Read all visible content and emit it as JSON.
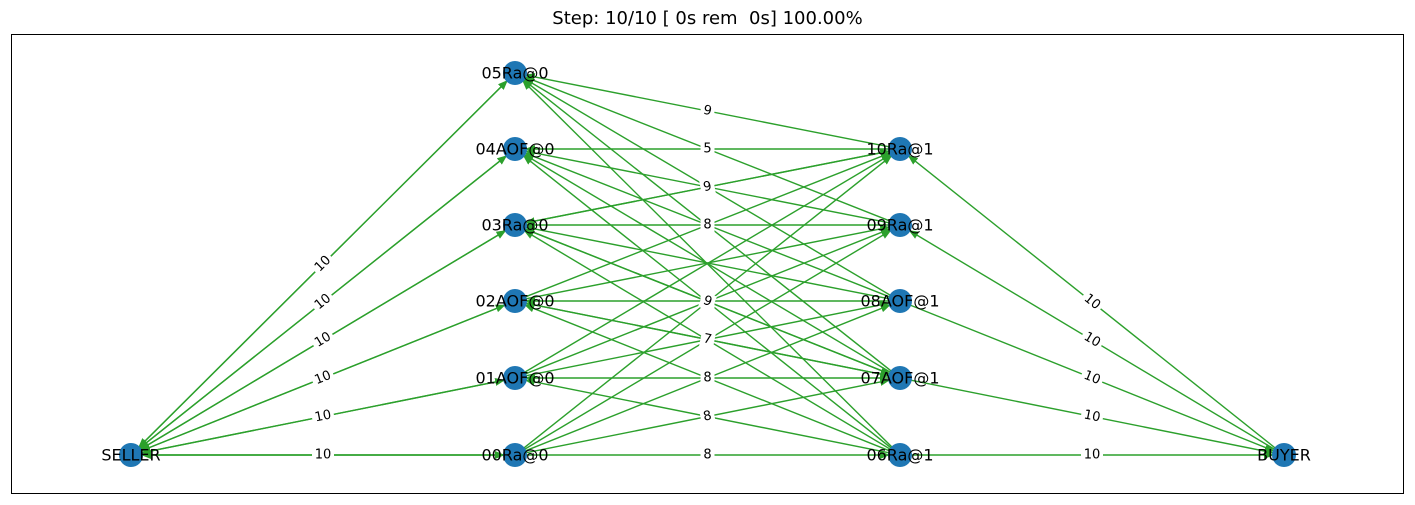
{
  "title": "Step: 10/10 [ 0s rem  0s] 100.00%",
  "colors": {
    "node": "#1f77b4",
    "edge": "#2ca02c",
    "text": "#000000",
    "frame": "#000000",
    "background": "#ffffff"
  },
  "nodes": [
    {
      "id": "SELLER",
      "label": "SELLER"
    },
    {
      "id": "05Ra@0",
      "label": "05Ra@0"
    },
    {
      "id": "04AOF@0",
      "label": "04AOF@0"
    },
    {
      "id": "03Ra@0",
      "label": "03Ra@0"
    },
    {
      "id": "02AOF@0",
      "label": "02AOF@0"
    },
    {
      "id": "01AOF@0",
      "label": "01AOF@0"
    },
    {
      "id": "00Ra@0",
      "label": "00Ra@0"
    },
    {
      "id": "10Ra@1",
      "label": "10Ra@1"
    },
    {
      "id": "09Ra@1",
      "label": "09Ra@1"
    },
    {
      "id": "08AOF@1",
      "label": "08AOF@1"
    },
    {
      "id": "07AOF@1",
      "label": "07AOF@1"
    },
    {
      "id": "06Ra@1",
      "label": "06Ra@1"
    },
    {
      "id": "BUYER",
      "label": "BUYER"
    }
  ],
  "edges": [
    {
      "from": "05Ra@0",
      "to": "SELLER",
      "label": "10"
    },
    {
      "from": "04AOF@0",
      "to": "SELLER",
      "label": "10"
    },
    {
      "from": "03Ra@0",
      "to": "SELLER",
      "label": "10"
    },
    {
      "from": "02AOF@0",
      "to": "SELLER",
      "label": "10"
    },
    {
      "from": "01AOF@0",
      "to": "SELLER",
      "label": "10"
    },
    {
      "from": "00Ra@0",
      "to": "SELLER",
      "label": "10"
    },
    {
      "from": "SELLER",
      "to": "05Ra@0",
      "label": ""
    },
    {
      "from": "SELLER",
      "to": "04AOF@0",
      "label": ""
    },
    {
      "from": "SELLER",
      "to": "03Ra@0",
      "label": ""
    },
    {
      "from": "SELLER",
      "to": "02AOF@0",
      "label": ""
    },
    {
      "from": "SELLER",
      "to": "01AOF@0",
      "label": ""
    },
    {
      "from": "SELLER",
      "to": "00Ra@0",
      "label": ""
    },
    {
      "from": "BUYER",
      "to": "10Ra@1",
      "label": "10"
    },
    {
      "from": "BUYER",
      "to": "09Ra@1",
      "label": "10"
    },
    {
      "from": "08AOF@1",
      "to": "BUYER",
      "label": "10"
    },
    {
      "from": "07AOF@1",
      "to": "BUYER",
      "label": "10"
    },
    {
      "from": "06Ra@1",
      "to": "BUYER",
      "label": "10"
    },
    {
      "from": "10Ra@1",
      "to": "05Ra@0",
      "label": "9"
    },
    {
      "from": "09Ra@1",
      "to": "05Ra@0",
      "label": ""
    },
    {
      "from": "08AOF@1",
      "to": "05Ra@0",
      "label": ""
    },
    {
      "from": "07AOF@1",
      "to": "05Ra@0",
      "label": ""
    },
    {
      "from": "06Ra@1",
      "to": "05Ra@0",
      "label": ""
    },
    {
      "from": "10Ra@1",
      "to": "04AOF@0",
      "label": "5"
    },
    {
      "from": "09Ra@1",
      "to": "04AOF@0",
      "label": ""
    },
    {
      "from": "08AOF@1",
      "to": "04AOF@0",
      "label": ""
    },
    {
      "from": "07AOF@1",
      "to": "04AOF@0",
      "label": ""
    },
    {
      "from": "06Ra@1",
      "to": "04AOF@0",
      "label": ""
    },
    {
      "from": "03Ra@0",
      "to": "10Ra@1",
      "label": "9"
    },
    {
      "from": "10Ra@1",
      "to": "03Ra@0",
      "label": ""
    },
    {
      "from": "09Ra@1",
      "to": "03Ra@0",
      "label": "8"
    },
    {
      "from": "08AOF@1",
      "to": "03Ra@0",
      "label": ""
    },
    {
      "from": "07AOF@1",
      "to": "03Ra@0",
      "label": ""
    },
    {
      "from": "06Ra@1",
      "to": "03Ra@0",
      "label": ""
    },
    {
      "from": "02AOF@0",
      "to": "10Ra@1",
      "label": ""
    },
    {
      "from": "02AOF@0",
      "to": "09Ra@1",
      "label": ""
    },
    {
      "from": "08AOF@1",
      "to": "02AOF@0",
      "label": "7"
    },
    {
      "from": "07AOF@1",
      "to": "02AOF@0",
      "label": ""
    },
    {
      "from": "06Ra@1",
      "to": "02AOF@0",
      "label": ""
    },
    {
      "from": "01AOF@0",
      "to": "10Ra@1",
      "label": ""
    },
    {
      "from": "01AOF@0",
      "to": "09Ra@1",
      "label": ""
    },
    {
      "from": "01AOF@0",
      "to": "08AOF@1",
      "label": ""
    },
    {
      "from": "07AOF@1",
      "to": "01AOF@0",
      "label": "8"
    },
    {
      "from": "06Ra@1",
      "to": "01AOF@0",
      "label": ""
    },
    {
      "from": "00Ra@0",
      "to": "10Ra@1",
      "label": ""
    },
    {
      "from": "00Ra@0",
      "to": "09Ra@1",
      "label": ""
    },
    {
      "from": "00Ra@0",
      "to": "08AOF@1",
      "label": ""
    },
    {
      "from": "00Ra@0",
      "to": "07AOF@1",
      "label": "8"
    },
    {
      "from": "00Ra@0",
      "to": "06Ra@1",
      "label": "8"
    },
    {
      "from": "03Ra@0",
      "to": "07AOF@1",
      "label": "9"
    },
    {
      "from": "02AOF@0",
      "to": "07AOF@1",
      "label": "7"
    }
  ]
}
